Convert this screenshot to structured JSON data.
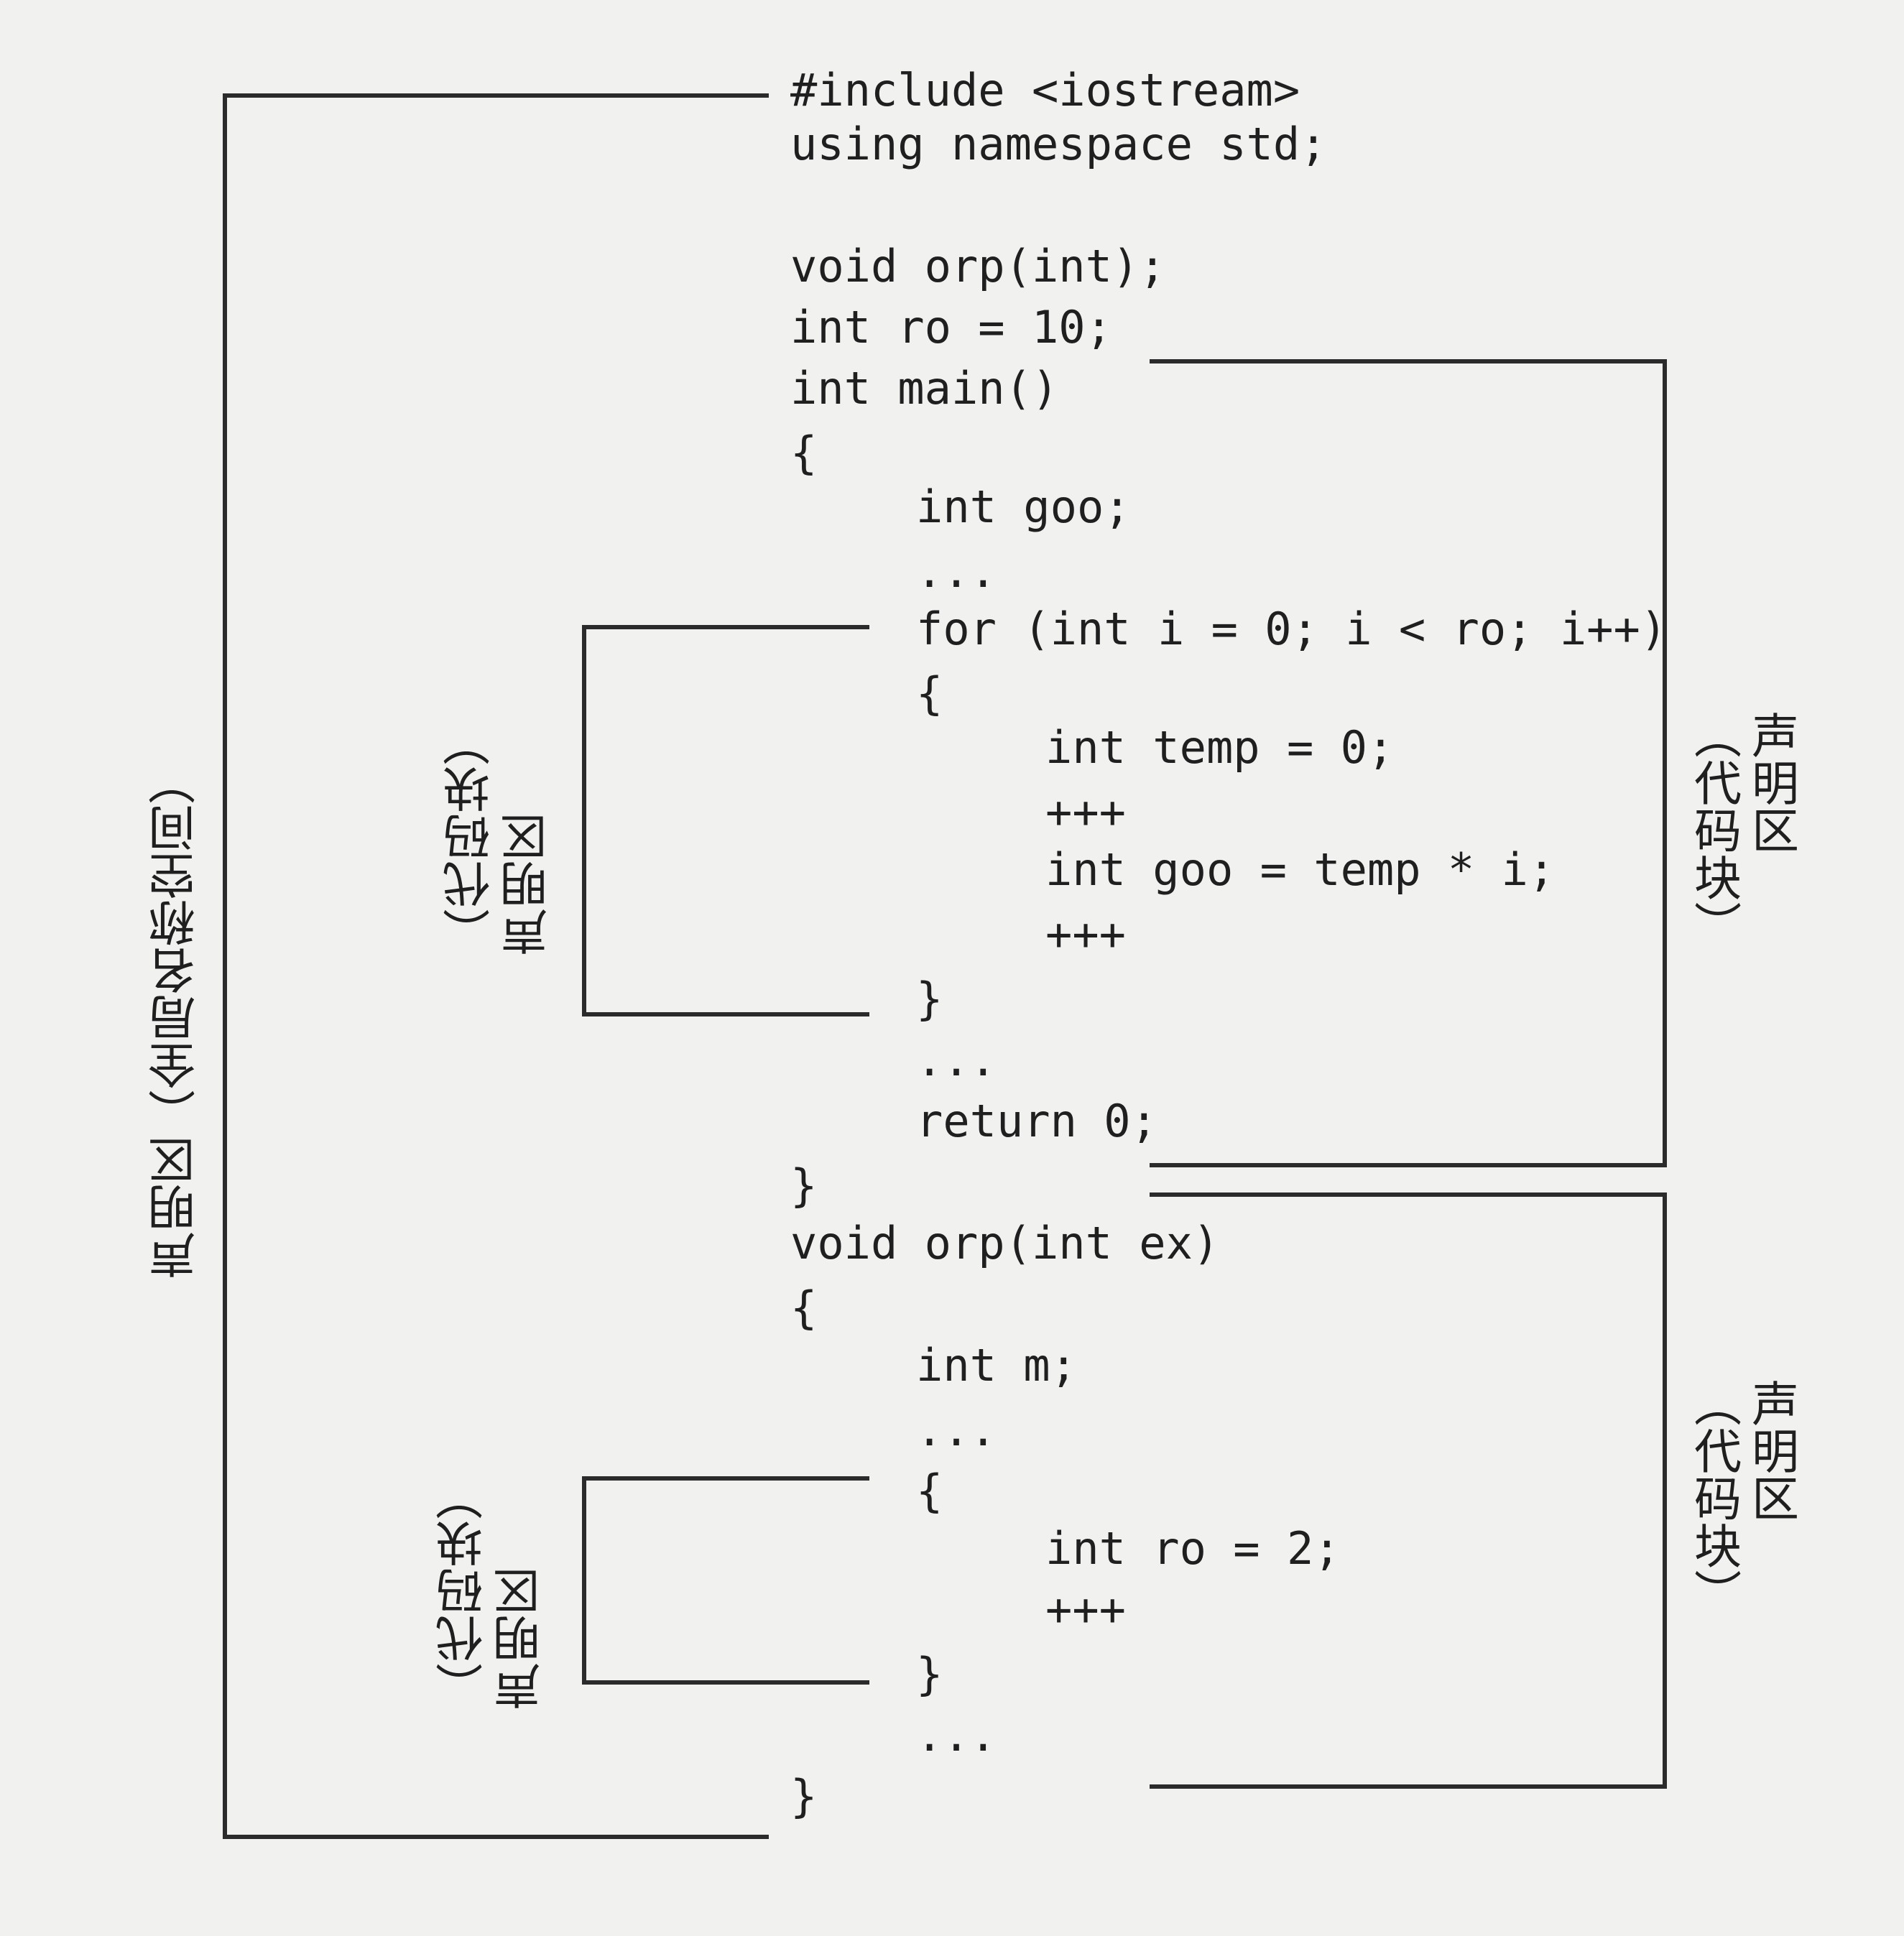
{
  "code_lines": [
    "#include <iostream>",
    "using namespace std;",
    "",
    "void orp(int);",
    "int ro = 10;",
    "int main()",
    "{",
    "int goo;",
    "...",
    "for (int i = 0; i < ro; i++)",
    "{",
    "int temp = 0;",
    "+++",
    "int goo = temp * i;",
    "+++",
    "}",
    "...",
    "return 0;",
    "}",
    "void orp(int ex)",
    "{",
    "int m;",
    "...",
    "{",
    "int ro = 2;",
    "+++",
    "}",
    "...",
    "}"
  ],
  "labels": {
    "global": "声明区（全局名称空间）",
    "main_block_line1": "声明区",
    "main_block_line2": "（代码块）",
    "for_block_line1": "声明区",
    "for_block_line2": "（代码块）",
    "orp_block_line1": "声明区",
    "orp_block_line2": "（代码块）",
    "inner_block_line1": "声明区",
    "inner_block_line2": "（代码块）"
  }
}
